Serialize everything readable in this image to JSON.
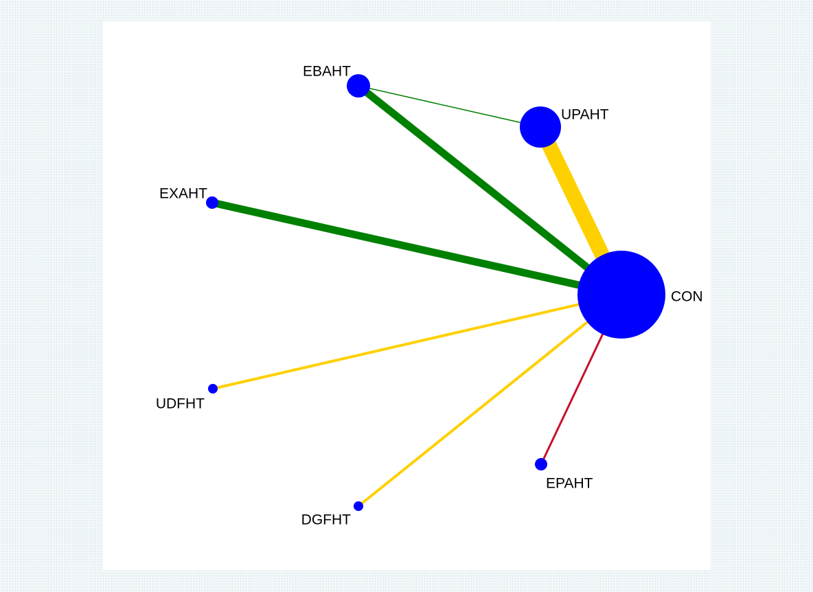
{
  "diagram": {
    "type": "network",
    "colors": {
      "background": "#e9f1f4",
      "panel": "#ffffff",
      "node": "#0000ff",
      "label": "#000000"
    },
    "nodes": [
      {
        "id": "CON",
        "label": "CON",
        "size": 64
      },
      {
        "id": "UPAHT",
        "label": "UPAHT",
        "size": 30
      },
      {
        "id": "EBAHT",
        "label": "EBAHT",
        "size": 17
      },
      {
        "id": "EXAHT",
        "label": "EXAHT",
        "size": 9
      },
      {
        "id": "UDFHT",
        "label": "UDFHT",
        "size": 7
      },
      {
        "id": "EPAHT",
        "label": "EPAHT",
        "size": 9
      },
      {
        "id": "DGFHT",
        "label": "DGFHT",
        "size": 7
      }
    ],
    "edges": [
      {
        "source": "CON",
        "target": "UPAHT",
        "weight": 22,
        "color": "#ffd000"
      },
      {
        "source": "CON",
        "target": "EBAHT",
        "weight": 11,
        "color": "#008000"
      },
      {
        "source": "CON",
        "target": "EXAHT",
        "weight": 11,
        "color": "#008000"
      },
      {
        "source": "CON",
        "target": "UDFHT",
        "weight": 4,
        "color": "#ffd000"
      },
      {
        "source": "CON",
        "target": "DGFHT",
        "weight": 4,
        "color": "#ffd000"
      },
      {
        "source": "CON",
        "target": "EPAHT",
        "weight": 3,
        "color": "#c8102e"
      },
      {
        "source": "EBAHT",
        "target": "UPAHT",
        "weight": 1.5,
        "color": "#008000"
      }
    ]
  }
}
